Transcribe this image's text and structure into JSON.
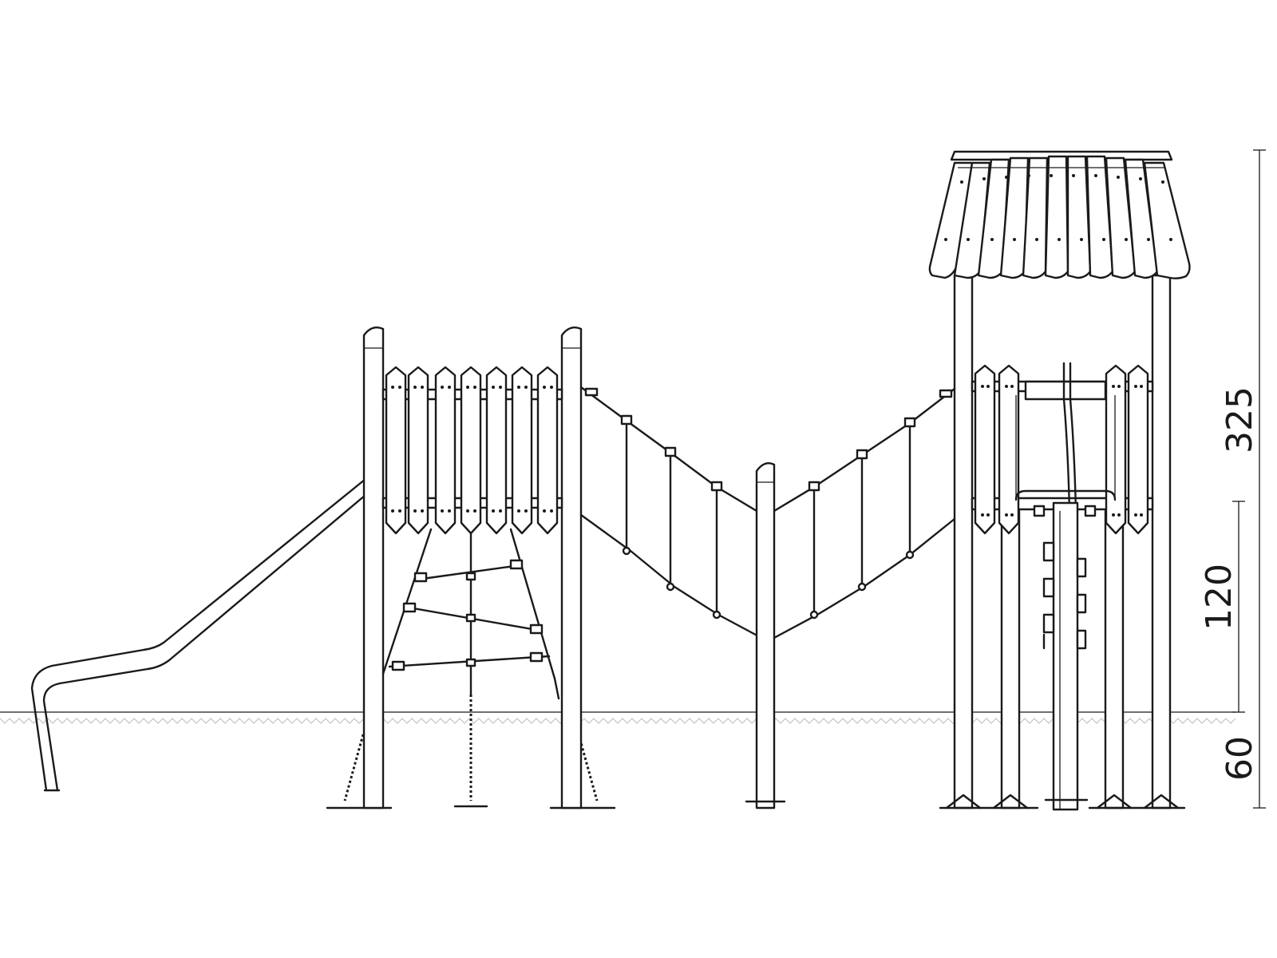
{
  "dimensions": {
    "total_height": "325",
    "platform_height": "120",
    "foundation_depth": "60"
  },
  "colors": {
    "line": "#1a1a1a",
    "background": "#ffffff",
    "ground_hatch": "#bdbdbd"
  }
}
